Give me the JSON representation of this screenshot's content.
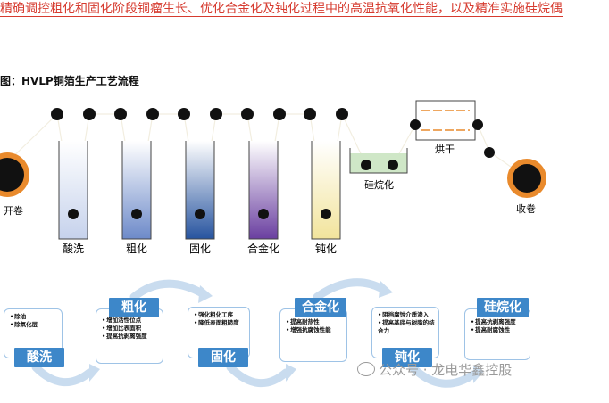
{
  "header": {
    "top_text": "精确调控粗化和固化阶段铜瘤生长、优化合金化及钝化过程中的高温抗氧化性能，以及精准实施硅烷偶"
  },
  "figure": {
    "caption": "图：HVLP铜箔生产工艺流程"
  },
  "process": {
    "unwind_label": "开卷",
    "rewind_label": "收卷",
    "dry_label": "烘干",
    "silane_label": "硅烷化",
    "tanks": [
      {
        "label": "酸洗",
        "color": "#c6d2ec"
      },
      {
        "label": "粗化",
        "color": "#6d8ac9"
      },
      {
        "label": "固化",
        "color": "#27549f"
      },
      {
        "label": "合金化",
        "color": "#6a3fa0"
      },
      {
        "label": "钝化",
        "color": "#f2e49c"
      }
    ]
  },
  "steps": [
    {
      "label": "酸洗",
      "bullets": [
        "除油",
        "除氧化层"
      ]
    },
    {
      "label": "粗化",
      "bullets": [
        "增加活性位点",
        "增加比表面积",
        "提高抗剥离强度"
      ]
    },
    {
      "label": "固化",
      "bullets": [
        "强化粗化工序",
        "降低表面粗糙度"
      ]
    },
    {
      "label": "合金化",
      "bullets": [
        "提高耐热性",
        "增强抗腐蚀性能"
      ]
    },
    {
      "label": "钝化",
      "bullets": [
        "阻挡腐蚀介质渗入",
        "提高基底与树脂的结合力"
      ]
    },
    {
      "label": "硅烷化",
      "bullets": [
        "提高抗剥离强度",
        "提高耐腐蚀性"
      ]
    }
  ],
  "watermark": {
    "text": "公众号 · 龙电华鑫控股"
  },
  "colors": {
    "accent": "#3d87c9",
    "arrow": "#c9dcef",
    "coil_orange": "#e98a2c",
    "dryer_line": "#e98a2c",
    "silane_liquid": "#cfe7c7",
    "title_red": "#d63b2f"
  }
}
